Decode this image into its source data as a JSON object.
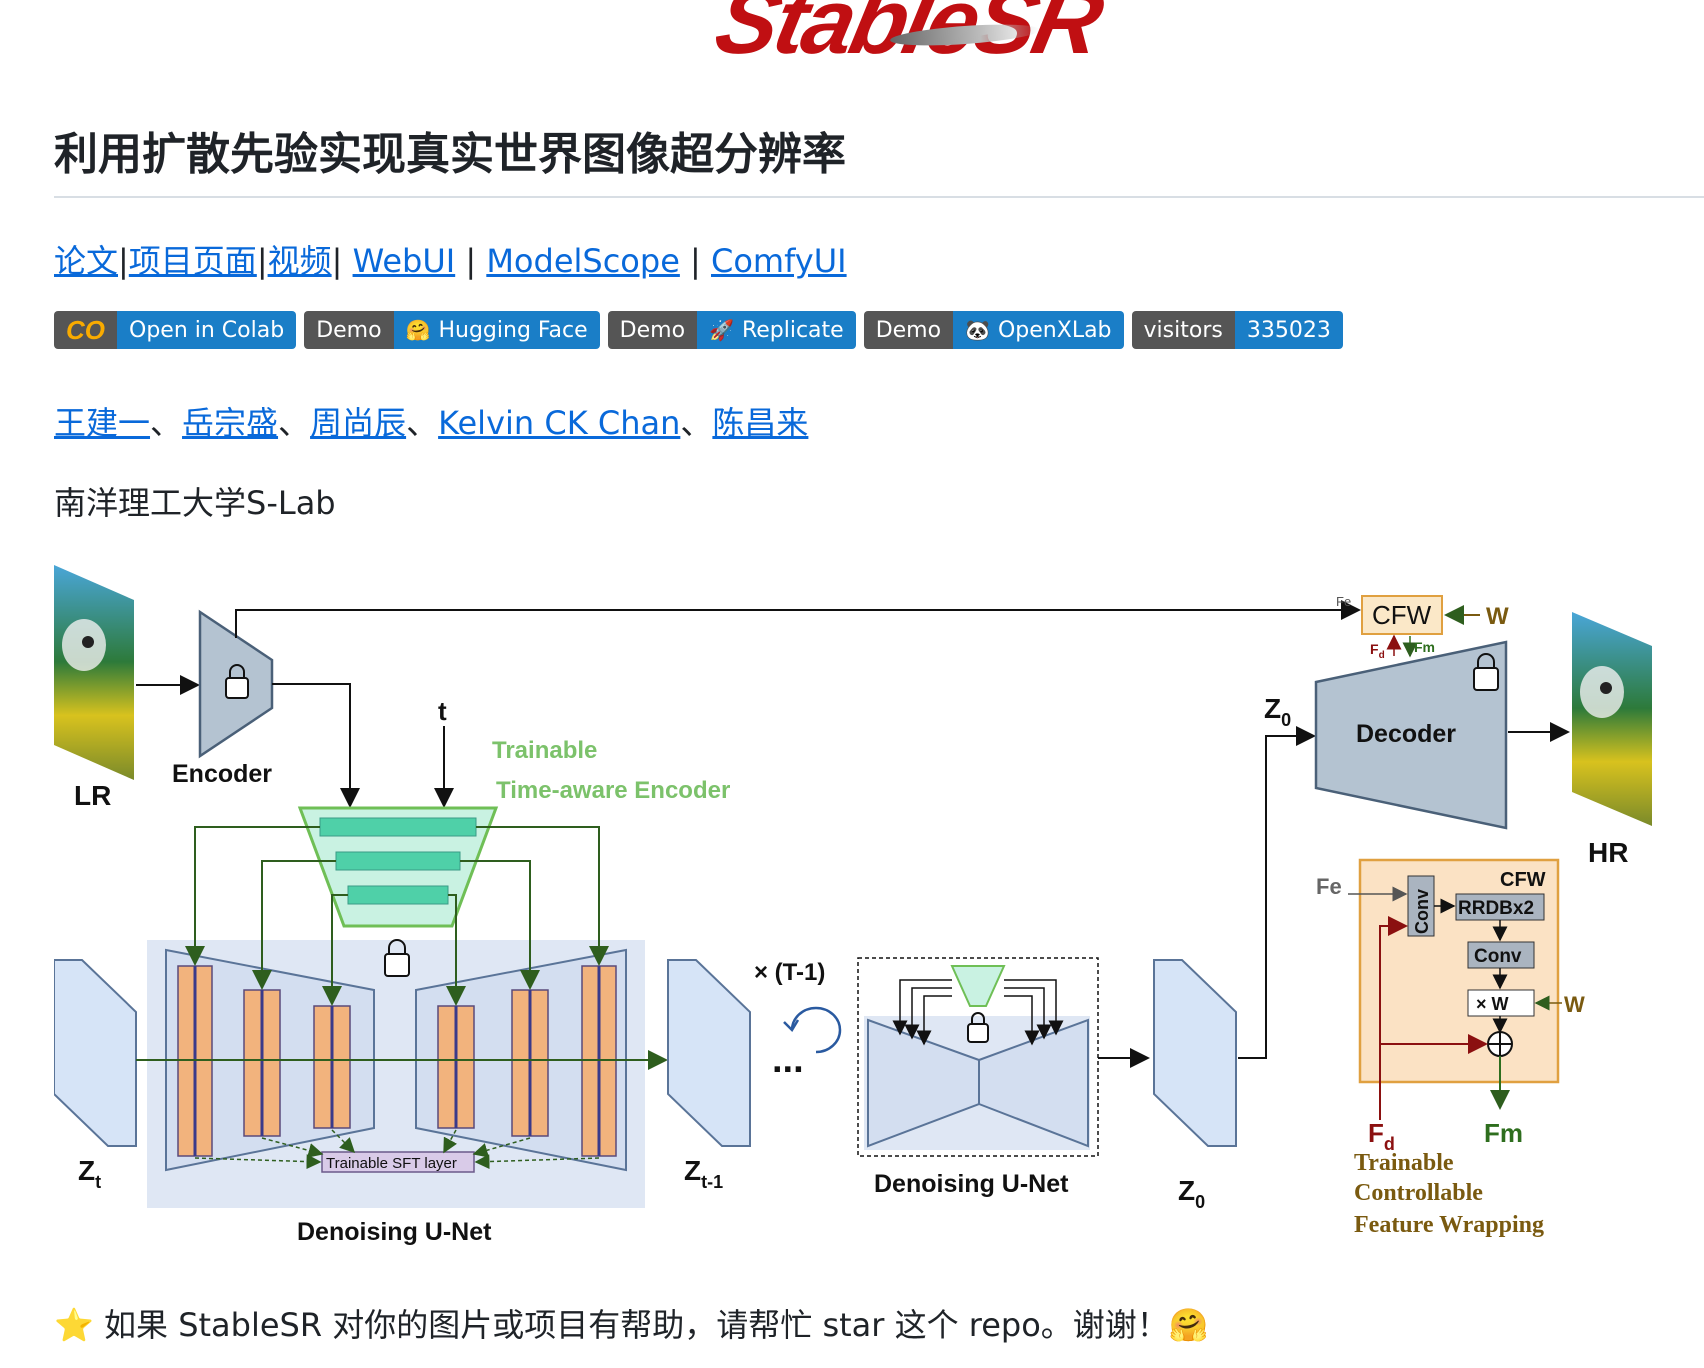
{
  "logo": {
    "text": "StableSR"
  },
  "title": "利用扩散先验实现真实世界图像超分辨率",
  "links": {
    "paper": "论文",
    "project": "项目页面",
    "video": "视频",
    "webui": "WebUI",
    "modelscope": "ModelScope",
    "comfyui": "ComfyUI",
    "sep1": "|",
    "sep2": "|",
    "sep3": "| ",
    "sep4": " | ",
    "sep5": " | "
  },
  "badges": [
    {
      "left": "Open in Colab",
      "right": ""
    },
    {
      "left": "Demo",
      "right": "Hugging Face",
      "icon": "🤗"
    },
    {
      "left": "Demo",
      "right": "Replicate",
      "icon": "🚀"
    },
    {
      "left": "Demo",
      "right": "OpenXLab",
      "icon": "🐼"
    },
    {
      "left": "visitors",
      "right": "335023"
    }
  ],
  "authors": [
    "王建一",
    "岳宗盛",
    "周尚辰",
    "Kelvin CK Chan",
    "陈昌来"
  ],
  "author_sep": "、",
  "affiliation": "南洋理工大学S-Lab",
  "diagram": {
    "lr": "LR",
    "hr": "HR",
    "encoder": "Encoder",
    "decoder": "Decoder",
    "t": "t",
    "trainable": "Trainable",
    "time_aware": "Time-aware Encoder",
    "zt": "Z",
    "zt_sub": "t",
    "zt1": "Z",
    "zt1_sub": "t-1",
    "z0": "Z",
    "z0_sub": "0",
    "sft": "Trainable SFT layer",
    "unet": "Denoising U-Net",
    "unet2": "Denoising U-Net",
    "times": "× (T-1)",
    "dots": "...",
    "cfw": "CFW",
    "w": "W",
    "fe": "Fe",
    "fd": "F",
    "fd_sub": "d",
    "fm": "Fm",
    "cfw_box": {
      "title": "CFW",
      "fe": "Fe",
      "conv_v": "Conv",
      "rrdb": "RRDBx2",
      "conv": "Conv",
      "xw": "× W",
      "w": "W",
      "fd": "F",
      "fd_sub": "d",
      "fm": "Fm",
      "caption1": "Trainable",
      "caption2": "Controllable",
      "caption3": "Feature Wrapping"
    }
  },
  "star_note": {
    "star": "⭐",
    "text": " 如果 StableSR 对你的图片或项目有帮助，请帮忙 star 这个 repo。谢谢！",
    "emoji": "🤗"
  },
  "colors": {
    "link": "#0969da",
    "badge_left": "#555555",
    "badge_right": "#1a7ec7",
    "trainable_green": "#7cc26b"
  }
}
